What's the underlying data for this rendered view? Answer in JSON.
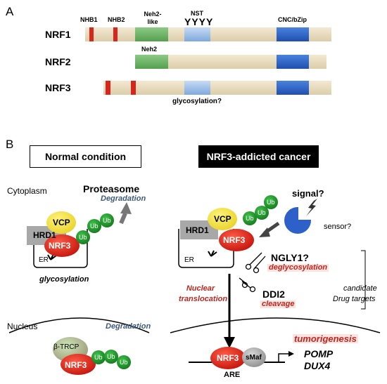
{
  "panel_a": {
    "label": "A",
    "proteins": [
      "NRF1",
      "NRF2",
      "NRF3"
    ],
    "domains": {
      "nhb1": "NHB1",
      "nhb2": "NHB2",
      "neh2like": "Neh2-like",
      "nst": "NST",
      "nst_y": "YYYY",
      "cnc": "CNC/bZip",
      "neh2": "Neh2"
    },
    "glycosylation_note": "glycosylation?"
  },
  "panel_b": {
    "label": "B",
    "normal_title": "Normal condition",
    "cancer_title": "NRF3-addicted cancer",
    "cytoplasm": "Cytoplasm",
    "nucleus": "Nucleus",
    "proteasome": "Proteasome",
    "degradation": "Degradation",
    "hrd1": "HRD1",
    "vcp": "VCP",
    "nrf3": "NRF3",
    "ub": "Ub",
    "er": "ER",
    "glycosylation": "glycosylation",
    "signal": "signal?",
    "sensor": "sensor?",
    "ngly1": "NGLY1?",
    "deglycosylation": "deglycosylation",
    "ddi2": "DDI2",
    "cleavage": "cleavage",
    "nuclear_translocation": "Nuclear translocation",
    "candidate": "candidate",
    "drug_targets": "Drug targets",
    "btrcp": "β-TRCP",
    "smaf": "sMaf",
    "are": "ARE",
    "tumorigenesis": "tumorigenesis",
    "pomp": "POMP",
    "dux4": "DUX4"
  },
  "colors": {
    "bar": "#e9dcbf",
    "nhb": "#d9261c",
    "neh2": "#6fb36a",
    "nst": "#9fc1ea",
    "cnc": "#2f66c9",
    "nrf3_red": "#e0251b",
    "vcp_yellow": "#f6e94c",
    "ub_green": "#23982e",
    "hrd1_gray": "#a8a8a8",
    "highlight_red": "#c0261e",
    "blue_text": "#3d5a7a"
  }
}
